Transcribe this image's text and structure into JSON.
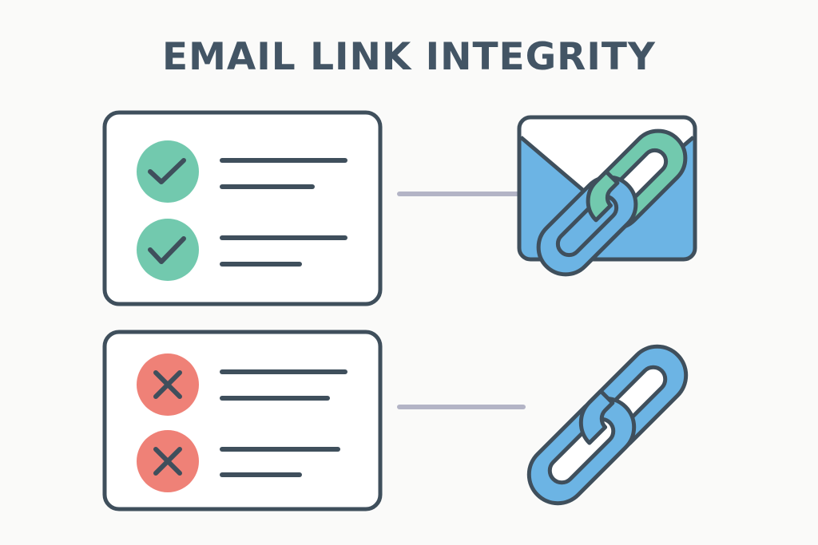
{
  "title": "EMAIL LINK INTEGRITY",
  "colors": {
    "background": "#fafaf9",
    "outline": "#3f4f5c",
    "title": "#435565",
    "success": "#72c9ae",
    "failure": "#ef8177",
    "link_blue": "#6cb4e4",
    "link_green": "#72c9ae",
    "envelope_fill": "#6cb4e4",
    "connector": "#b3b4c6"
  },
  "panels": [
    {
      "id": "valid",
      "status": "success",
      "items": [
        {
          "icon": "check-icon",
          "line_widths": [
            155,
            115
          ]
        },
        {
          "icon": "check-icon",
          "line_widths": [
            155,
            98
          ]
        }
      ],
      "target_icon": "envelope-with-link-icon"
    },
    {
      "id": "broken",
      "status": "failure",
      "items": [
        {
          "icon": "x-icon",
          "line_widths": [
            155,
            133
          ]
        },
        {
          "icon": "x-icon",
          "line_widths": [
            146,
            98
          ]
        }
      ],
      "target_icon": "chain-link-icon"
    }
  ]
}
